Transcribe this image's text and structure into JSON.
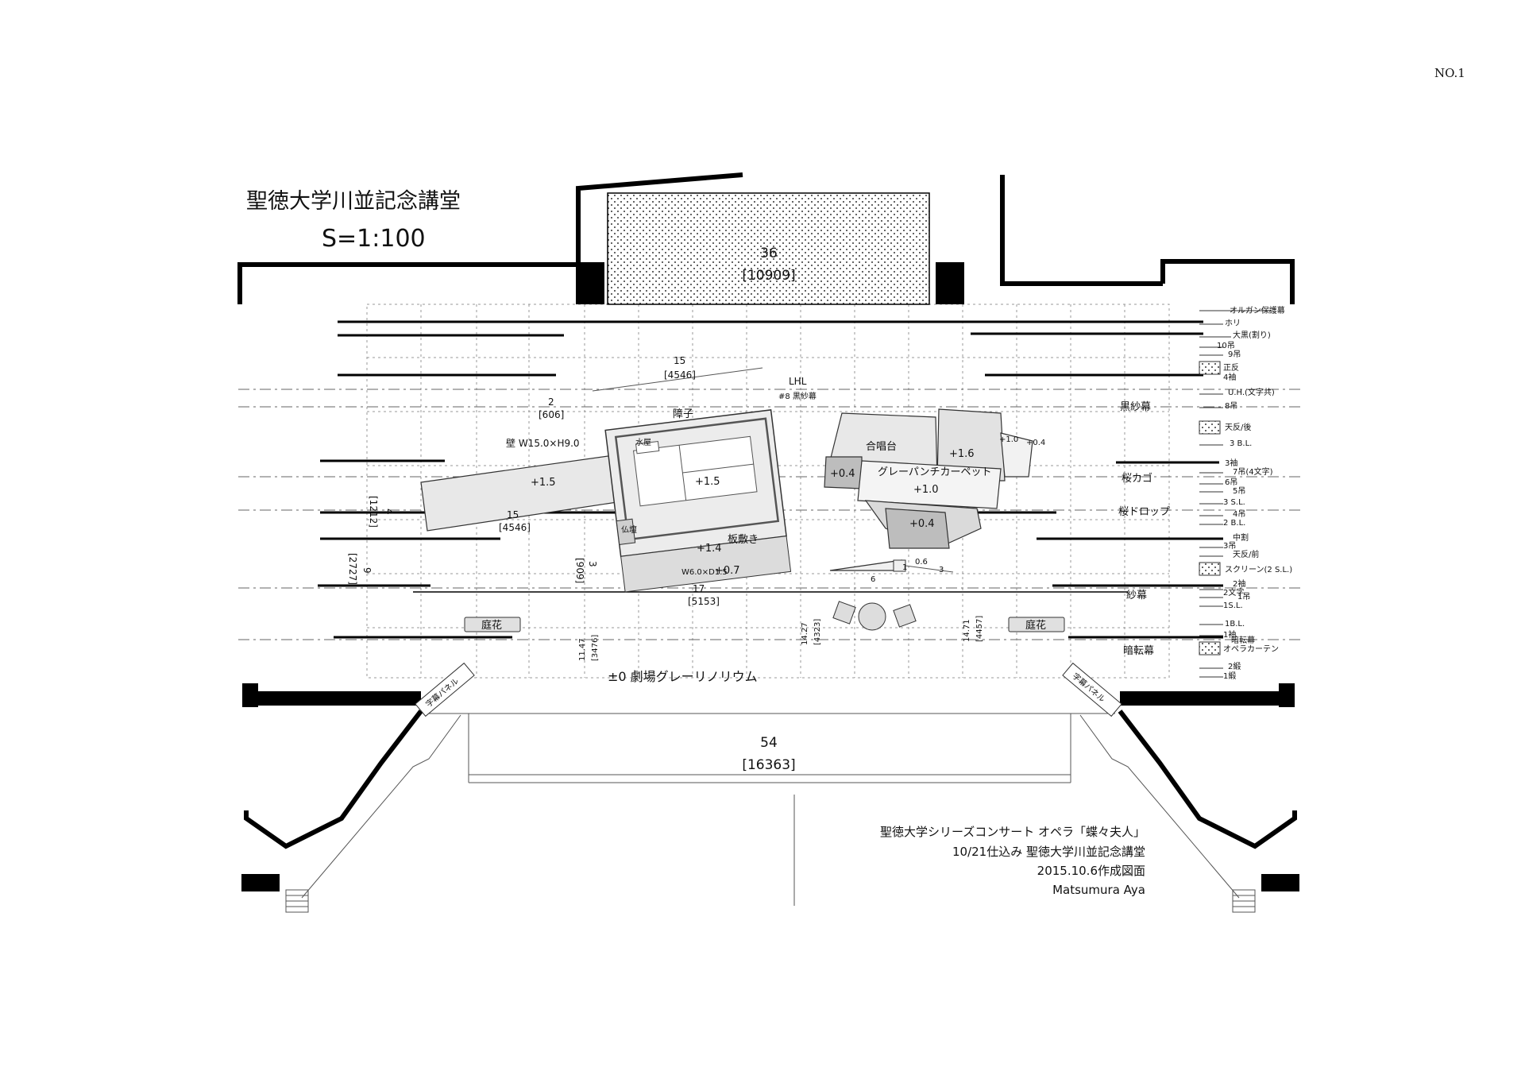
{
  "page_number": "NO.1",
  "title": {
    "venue": "聖徳大学川並記念講堂",
    "scale": "S=1:100"
  },
  "info_block": {
    "line1": "聖徳大学シリーズコンサート オペラ「蝶々夫人」",
    "line2": "10/21仕込み 聖徳大学川並記念講堂",
    "line3": "2015.10.6作成図面",
    "line4": "Matsumura Aya"
  },
  "dimensions": {
    "top_width": "36",
    "top_width_mm": "[10909]",
    "proscenium": "54",
    "proscenium_mm": "[16363]",
    "d15a": "15",
    "d15a_mm": "[4546]",
    "d2": "2",
    "d2_mm": "[606]",
    "d4": "4",
    "d4_mm": "[1212]",
    "d9": "9",
    "d9_mm": "[2727]",
    "d15b": "15",
    "d15b_mm": "[4546]",
    "d3": "3",
    "d3_mm": "[909]",
    "d17": "17",
    "d17_mm": "[5153]",
    "d1147": "11.47",
    "d1147_mm": "[3476]",
    "d1427": "14.27",
    "d1427_mm": "[4323]",
    "d1471": "14.71",
    "d1471_mm": "[4457]",
    "ramp_1": "1",
    "ramp_06": "0.6",
    "ramp_3": "3",
    "ramp_6": "6"
  },
  "set_labels": {
    "lhl": "LHL",
    "lhl_note": "#8 黒紗幕",
    "shoji": "障子",
    "wall_note": "壁 W15.0×H9.0",
    "mizuya": "水屋",
    "butsudan": "仏壇",
    "plus15_a": "+1.5",
    "plus15_b": "+1.5",
    "plus14": "+1.4",
    "itashiki": "板敷き",
    "w6": "W6.0×D1.5",
    "plus07": "+0.7",
    "choir": "合唱台",
    "carpet": "グレーパンチカーペット",
    "plus16": "+1.6",
    "plus10a": "+1.0",
    "plus04a": "+0.4",
    "plus04b": "+0.4",
    "plus10b": "+1.0",
    "plus04c": "+0.4",
    "floor": "±0 劇場グレーリノリウム",
    "teika_left": "庭花",
    "teika_right": "庭花",
    "jimaku_left": "字幕パネル",
    "jimaku_right": "字幕パネル"
  },
  "stage_labels": {
    "kurosha": "黒紗幕",
    "sakura_kago": "桜カゴ",
    "sakura_drop": "桜ドロップ",
    "shamaku": "紗幕",
    "anten": "暗転幕"
  },
  "batten_labels": [
    "オルガン保護幕",
    "ホリ",
    "大黒(割り)",
    "10吊",
    "9吊",
    "正反",
    "4袖",
    "U.H.(文字共)",
    "8吊",
    "天反/後",
    "3 B.L.",
    "3袖",
    "7吊(4文字)",
    "6吊",
    "5吊",
    "3 S.L.",
    "4吊",
    "2 B.L.",
    "中割",
    "3吊",
    "天反/前",
    "スクリーン(2 S.L.)",
    "2袖",
    "2文字",
    "1吊",
    "1S.L.",
    "1B.L.",
    "1袖",
    "暗転幕",
    "オペラカーテン",
    "2緞",
    "1緞"
  ]
}
